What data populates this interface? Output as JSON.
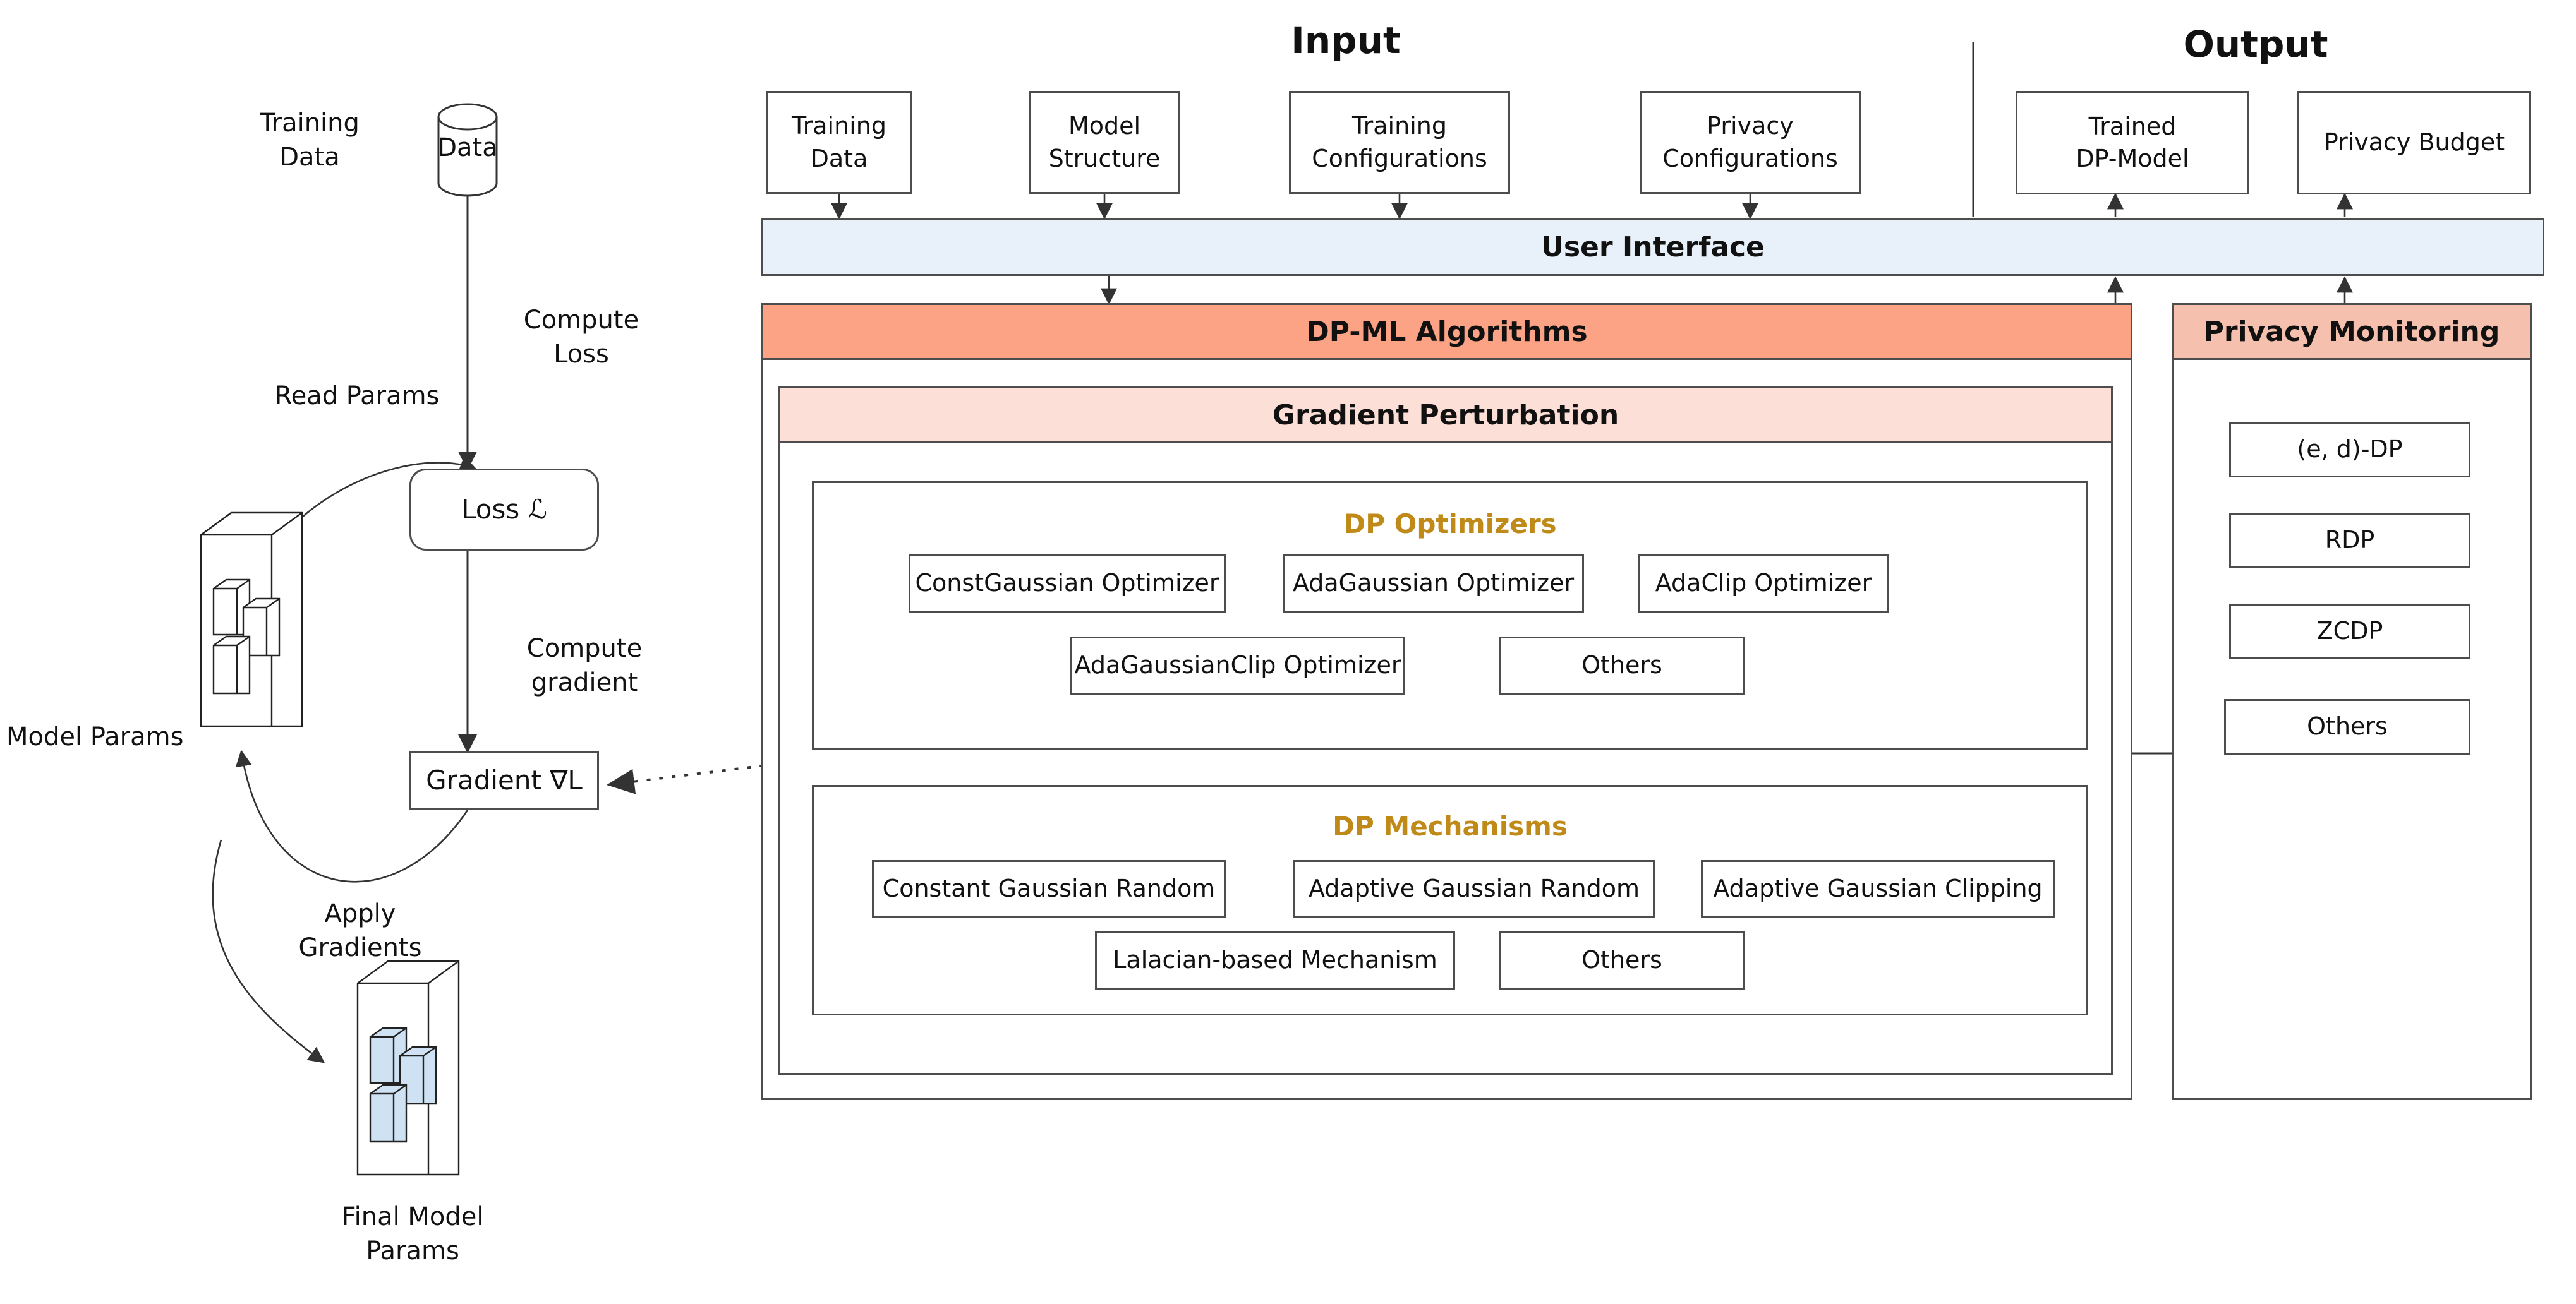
{
  "colors": {
    "user_interface_fill": "#e8f1fa",
    "dpml_header_fill": "#fba384",
    "gradient_perturbation_fill": "#fcdfd6",
    "privacy_monitoring_fill": "#f5c0ad",
    "section_label_gold": "#c08a18",
    "stroke": "#4d4d4d",
    "param_block_fill": "#cfe2f3"
  },
  "headings": {
    "input": "Input",
    "output": "Output"
  },
  "training_loop": {
    "training_data_label": "Training\nData",
    "datastore_label": "Data",
    "compute_loss_label": "Compute\nLoss",
    "read_params_label": "Read Params",
    "loss_node_label": "Loss ℒ",
    "compute_gradient_label": "Compute\ngradient",
    "gradient_node_label": "Gradient ∇L",
    "model_params_label": "Model Params",
    "apply_gradients_label": "Apply\nGradients",
    "final_model_params_label": "Final Model\nParams"
  },
  "input_boxes": [
    {
      "label": "Training\nData"
    },
    {
      "label": "Model\nStructure"
    },
    {
      "label": "Training\nConfigurations"
    },
    {
      "label": "Privacy\nConfigurations"
    }
  ],
  "output_boxes": [
    {
      "label": "Trained\nDP-Model"
    },
    {
      "label": "Privacy Budget"
    }
  ],
  "user_interface": {
    "label": "User Interface"
  },
  "dpml": {
    "header": "DP-ML Algorithms",
    "gradient_perturbation": {
      "header": "Gradient Perturbation",
      "optimizers": {
        "title": "DP Optimizers",
        "row1": [
          "ConstGaussian Optimizer",
          "AdaGaussian Optimizer",
          "AdaClip Optimizer"
        ],
        "row2": [
          "AdaGaussianClip Optimizer",
          "Others"
        ]
      },
      "mechanisms": {
        "title": "DP Mechanisms",
        "row1": [
          "Constant Gaussian Random",
          "Adaptive Gaussian Random",
          "Adaptive Gaussian Clipping"
        ],
        "row2": [
          "Lalacian-based Mechanism",
          "Others"
        ]
      }
    }
  },
  "privacy_monitoring": {
    "header": "Privacy Monitoring",
    "items": [
      "(e, d)-DP",
      "RDP",
      "ZCDP",
      "Others"
    ]
  }
}
